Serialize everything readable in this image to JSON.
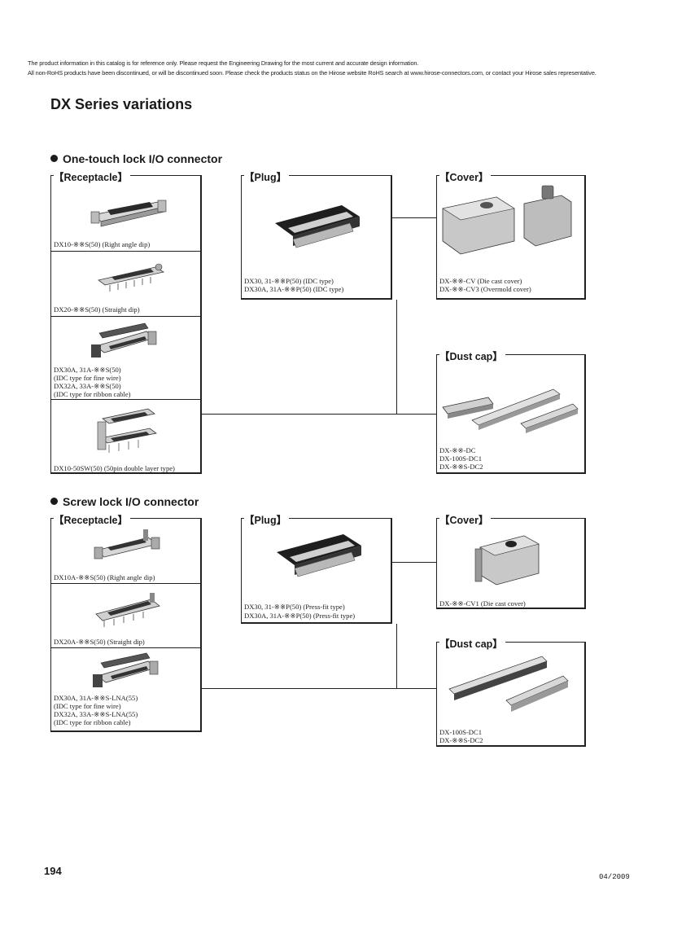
{
  "notice": {
    "line1": "The product information in this catalog is for reference only. Please request the Engineering Drawing for the most current and accurate design information.",
    "line2": "All non-RoHS products have been discontinued, or will be discontinued soon. Please check the products status on the Hirose website RoHS search at www.hirose-connectors.com, or contact your Hirose sales representative."
  },
  "page_title": "DX Series variations",
  "sections": {
    "one_touch": {
      "title": "One-touch lock I/O connector",
      "receptacle_label": "【Receptacle】",
      "plug_label": "【Plug】",
      "cover_label": "【Cover】",
      "dust_cap_label": "【Dust cap】",
      "receptacles": [
        {
          "lines": [
            "DX10-※※S(50) (Right angle dip)"
          ]
        },
        {
          "lines": [
            "DX20-※※S(50) (Straight dip)"
          ]
        },
        {
          "lines": [
            "DX30A, 31A-※※S(50)",
            "(IDC type for fine wire)",
            "DX32A, 33A-※※S(50)",
            "(IDC type for ribbon cable)"
          ]
        },
        {
          "lines": [
            "DX10-50SW(50) (50pin double layer type)"
          ]
        }
      ],
      "plug": {
        "lines": [
          "DX30, 31-※※P(50) (IDC type)",
          "DX30A, 31A-※※P(50) (IDC type)"
        ]
      },
      "cover": {
        "lines": [
          "DX-※※-CV  (Die cast cover)",
          "DX-※※-CV3  (Overmold cover)"
        ]
      },
      "dust_cap": {
        "lines": [
          "DX-※※-DC",
          "DX-100S-DC1",
          "DX-※※S-DC2"
        ]
      }
    },
    "screw": {
      "title": "Screw lock I/O connector",
      "receptacle_label": "【Receptacle】",
      "plug_label": "【Plug】",
      "cover_label": "【Cover】",
      "dust_cap_label": "【Dust cap】",
      "receptacles": [
        {
          "lines": [
            "DX10A-※※S(50) (Right angle dip)"
          ]
        },
        {
          "lines": [
            "DX20A-※※S(50) (Straight dip)"
          ]
        },
        {
          "lines": [
            "DX30A, 31A-※※S-LNA(55)",
            "(IDC type for fine wire)",
            "DX32A, 33A-※※S-LNA(55)",
            "(IDC type for ribbon cable)"
          ]
        }
      ],
      "plug": {
        "lines": [
          "DX30, 31-※※P(50) (Press-fit type)",
          "DX30A, 31A-※※P(50) (Press-fit type)"
        ]
      },
      "cover": {
        "lines": [
          "DX-※※-CV1  (Die cast cover)"
        ]
      },
      "dust_cap": {
        "lines": [
          "DX-100S-DC1",
          "DX-※※S-DC2"
        ]
      }
    }
  },
  "footer": {
    "page_number": "194",
    "date_code": "04/2009"
  }
}
